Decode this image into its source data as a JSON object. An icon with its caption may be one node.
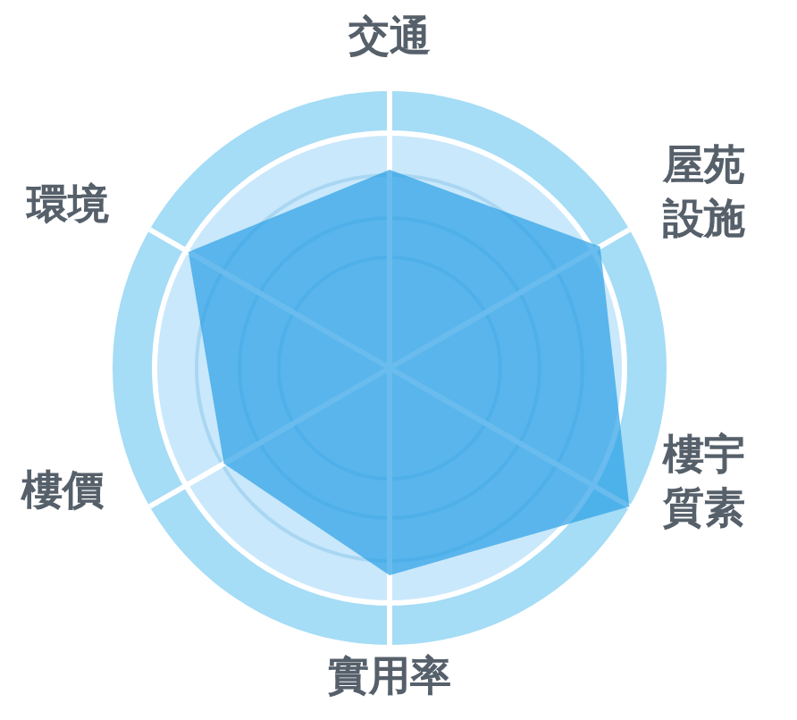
{
  "diagram": {
    "labels": [
      "交通",
      "屋苑設施",
      "樓宇質素",
      "實用率",
      "樓價",
      "環境"
    ]
  }
}
